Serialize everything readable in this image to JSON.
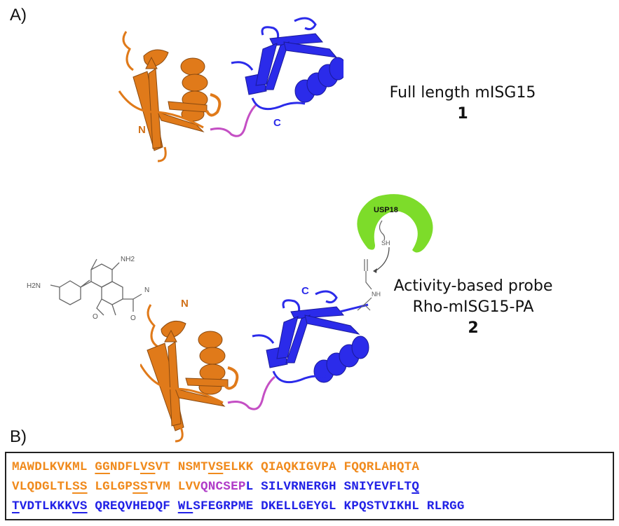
{
  "panel_a": {
    "label": "A)",
    "structure_1": {
      "n_label": "N",
      "c_label": "C",
      "caption_line1": "Full length mISG15",
      "caption_number": "1"
    },
    "structure_2": {
      "n_label": "N",
      "c_label": "C",
      "caption_line1": "Activity-based probe",
      "caption_line2": "Rho-mISG15-PA",
      "caption_number": "2",
      "enzyme_label": "USP18",
      "thiol_label": "SH",
      "amide_nh_label": "NH",
      "rhodamine_nh2_top": "NH2",
      "rhodamine_nh2_left": "H2N",
      "linker_nh_label": "H\nN"
    }
  },
  "panel_b": {
    "label": "B)",
    "colors": {
      "n_domain": "#f08a1c",
      "linker": "#b03cc8",
      "c_domain": "#2222e6"
    },
    "rows": [
      [
        {
          "t": "MAWDLKVKML",
          "c": "o"
        },
        {
          "t": " "
        },
        {
          "t": "GG",
          "c": "o",
          "u": true
        },
        {
          "t": "NDFL",
          "c": "o"
        },
        {
          "t": "VS",
          "c": "o",
          "u": true
        },
        {
          "t": "VT",
          "c": "o"
        },
        {
          "t": " "
        },
        {
          "t": "NSMT",
          "c": "o"
        },
        {
          "t": "VS",
          "c": "o",
          "u": true
        },
        {
          "t": "ELKK",
          "c": "o"
        },
        {
          "t": " "
        },
        {
          "t": "QIAQKIGVPA",
          "c": "o"
        },
        {
          "t": " "
        },
        {
          "t": "FQQRLAHQTA",
          "c": "o"
        }
      ],
      [
        {
          "t": "VLQDGLTL",
          "c": "o"
        },
        {
          "t": "SS",
          "c": "o",
          "u": true
        },
        {
          "t": " "
        },
        {
          "t": "LGLGP",
          "c": "o"
        },
        {
          "t": "SS",
          "c": "o",
          "u": true
        },
        {
          "t": "TVM",
          "c": "o"
        },
        {
          "t": " "
        },
        {
          "t": "LVV",
          "c": "o"
        },
        {
          "t": "QNCSEP",
          "c": "p"
        },
        {
          "t": "L",
          "c": "b"
        },
        {
          "t": " "
        },
        {
          "t": "SILVRNERGH",
          "c": "b"
        },
        {
          "t": " "
        },
        {
          "t": "SNIYEVFLT",
          "c": "b"
        },
        {
          "t": "Q",
          "c": "b",
          "u": true
        }
      ],
      [
        {
          "t": "T",
          "c": "b",
          "u": true
        },
        {
          "t": "VDTLKKK",
          "c": "b"
        },
        {
          "t": "VS",
          "c": "b",
          "u": true
        },
        {
          "t": " "
        },
        {
          "t": "QREQVHEDQF",
          "c": "b"
        },
        {
          "t": " "
        },
        {
          "t": "WL",
          "c": "b",
          "u": true
        },
        {
          "t": "SFEGRPME",
          "c": "b"
        },
        {
          "t": " "
        },
        {
          "t": "DKELLGEYGL",
          "c": "b"
        },
        {
          "t": " "
        },
        {
          "t": "KPQSTVIKHL",
          "c": "b"
        },
        {
          "t": " "
        },
        {
          "t": "RLRGG",
          "c": "b"
        }
      ]
    ]
  }
}
